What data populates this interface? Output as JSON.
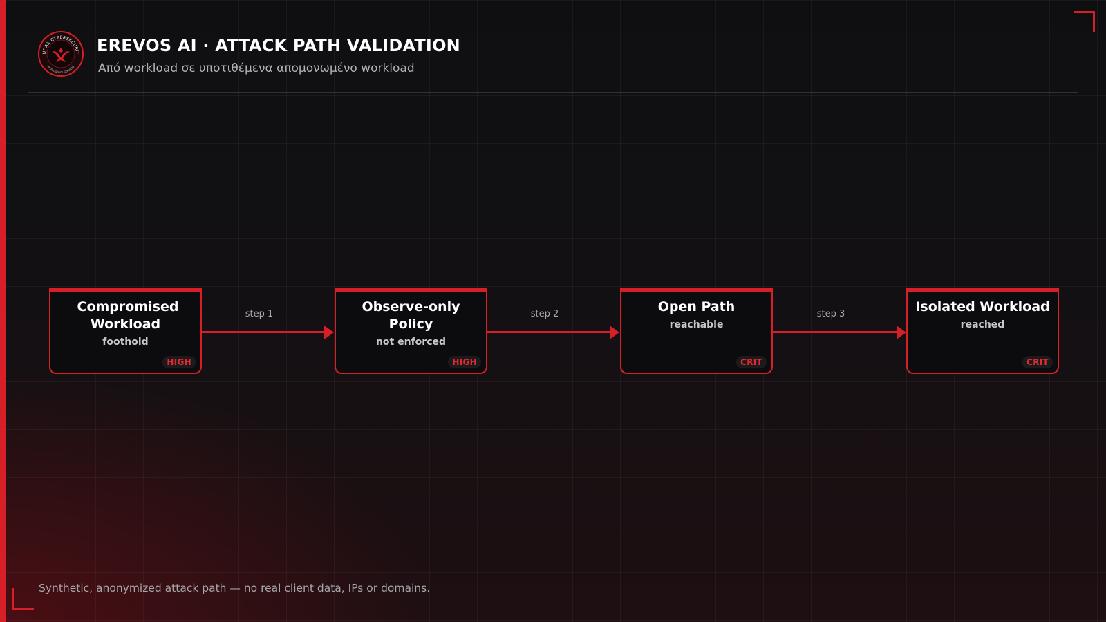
{
  "header": {
    "title": "EREVOS AI · ATTACK PATH VALIDATION",
    "subtitle": "Από workload σε υποτιθέμενα απομονωμένο workload",
    "logo": {
      "ring_text_top": "AUDAX CYBERSECURITY",
      "ring_text_bottom": "INTELLIGENCE SERVICES",
      "icon": "eagle-icon"
    }
  },
  "nodes": [
    {
      "title": "Compromised Workload",
      "subtitle": "foothold",
      "severity": "HIGH"
    },
    {
      "title": "Observe-only Policy",
      "subtitle": "not enforced",
      "severity": "HIGH"
    },
    {
      "title": "Open Path",
      "subtitle": "reachable",
      "severity": "CRIT"
    },
    {
      "title": "Isolated Workload",
      "subtitle": "reached",
      "severity": "CRIT"
    }
  ],
  "edges": [
    {
      "label": "step 1"
    },
    {
      "label": "step 2"
    },
    {
      "label": "step 3"
    }
  ],
  "footer": {
    "disclaimer": "Synthetic, anonymized attack path — no real client data, IPs or domains."
  },
  "colors": {
    "accent": "#d61f26",
    "background": "#0f0f11",
    "node_fill": "#0c0c0e",
    "muted_text": "#a7a7ab"
  }
}
